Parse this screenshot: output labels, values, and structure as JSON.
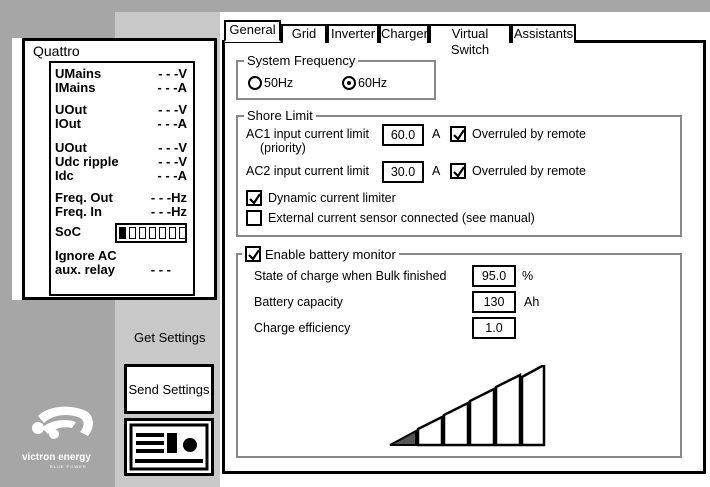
{
  "quattro": {
    "title": "Quattro",
    "rows": [
      {
        "label": "UMains",
        "value": "- - -V"
      },
      {
        "label": "IMains",
        "value": "- - -A"
      },
      {
        "label": "UOut",
        "value": "- - -V"
      },
      {
        "label": "IOut",
        "value": "- - -A"
      },
      {
        "label": "UOut",
        "value": "- - -V"
      },
      {
        "label": "Udc ripple",
        "value": "- - -V"
      },
      {
        "label": "Idc",
        "value": "- - -A"
      },
      {
        "label": "Freq. Out",
        "value": "- - -Hz"
      },
      {
        "label": "Freq. In",
        "value": "- - -Hz"
      },
      {
        "label": "SoC",
        "value": ""
      },
      {
        "label": "Ignore AC",
        "value": ""
      },
      {
        "label": "aux. relay",
        "value": "- - -"
      }
    ]
  },
  "left_buttons": {
    "get_settings": "Get Settings",
    "send_settings": "Send Settings"
  },
  "logo": {
    "brand": "victron energy",
    "tagline": "BLUE POWER"
  },
  "tabs": [
    "General",
    "Grid",
    "Inverter",
    "Charger",
    "Virtual Switch",
    "Assistants"
  ],
  "active_tab": "General",
  "system_frequency": {
    "title": "System Frequency",
    "option1": "50Hz",
    "option2": "60Hz",
    "selected": "60Hz"
  },
  "shore_limit": {
    "title": "Shore Limit",
    "ac1_label": "AC1 input current limit",
    "ac1_sub": "(priority)",
    "ac1_value": "60.0",
    "ac1_unit": "A",
    "ac1_overruled": "Overruled by remote",
    "ac2_label": "AC2 input current limit",
    "ac2_value": "30.0",
    "ac2_unit": "A",
    "ac2_overruled": "Overruled by remote",
    "dynamic_limiter": "Dynamic current limiter",
    "external_sensor": "External current sensor connected (see manual)"
  },
  "battery_monitor": {
    "title": "Enable battery monitor",
    "soc_label": "State of charge when Bulk finished",
    "soc_value": "95.0",
    "soc_unit": "%",
    "capacity_label": "Battery capacity",
    "capacity_value": "130",
    "capacity_unit": "Ah",
    "efficiency_label": "Charge efficiency",
    "efficiency_value": "1.0"
  }
}
